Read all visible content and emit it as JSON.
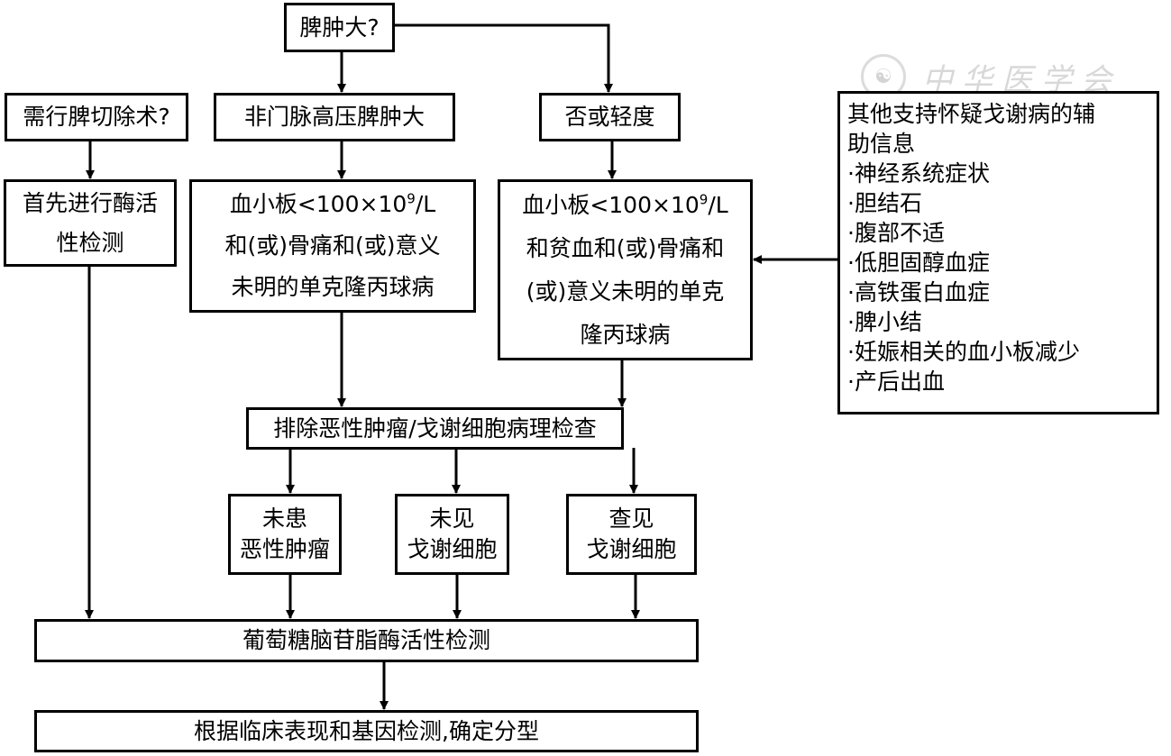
{
  "watermark": {
    "seal_glyph": "☯",
    "text": "中华医学会"
  },
  "nodes": {
    "splenomegaly_question": {
      "lines": [
        "脾肿大?"
      ]
    },
    "splenectomy_question": {
      "lines": [
        "需行脾切除术?"
      ]
    },
    "non_portal_hypertension": {
      "lines": [
        "非门脉高压脾肿大"
      ]
    },
    "no_or_mild": {
      "lines": [
        "否或轻度"
      ]
    },
    "enzyme_first": {
      "lines": [
        "首先进行酶活",
        "性检测"
      ]
    },
    "criteria_a": {
      "line1_prefix": "血小板<100×10",
      "line1_sup": "9",
      "line1_suffix": "/L",
      "lines": [
        "和(或)骨痛和(或)意义",
        "未明的单克隆丙球病"
      ]
    },
    "criteria_b": {
      "line1_prefix": "血小板<100×10",
      "line1_sup": "9",
      "line1_suffix": "/L",
      "lines": [
        "和贫血和(或)骨痛和",
        "(或)意义未明的单克",
        "隆丙球病"
      ]
    },
    "supporting_info": {
      "title_lines": [
        "其他支持怀疑戈谢病的辅",
        "助信息"
      ],
      "items": [
        "·神经系统症状",
        "·胆结石",
        "·腹部不适",
        "·低胆固醇血症",
        "·高铁蛋白血症",
        "·脾小结",
        "·妊娠相关的血小板减少",
        "·产后出血"
      ]
    },
    "pathology_exam": {
      "lines": [
        "排除恶性肿瘤/戈谢细胞病理检查"
      ]
    },
    "no_malignancy": {
      "lines": [
        "未患",
        "恶性肿瘤"
      ]
    },
    "no_gaucher_cells": {
      "lines": [
        "未见",
        "戈谢细胞"
      ]
    },
    "gaucher_cells_found": {
      "lines": [
        "查见",
        "戈谢细胞"
      ]
    },
    "gba_activity_test": {
      "lines": [
        "葡萄糖脑苷脂酶活性检测"
      ]
    },
    "classification": {
      "lines": [
        "根据临床表现和基因检测,确定分型"
      ]
    }
  }
}
